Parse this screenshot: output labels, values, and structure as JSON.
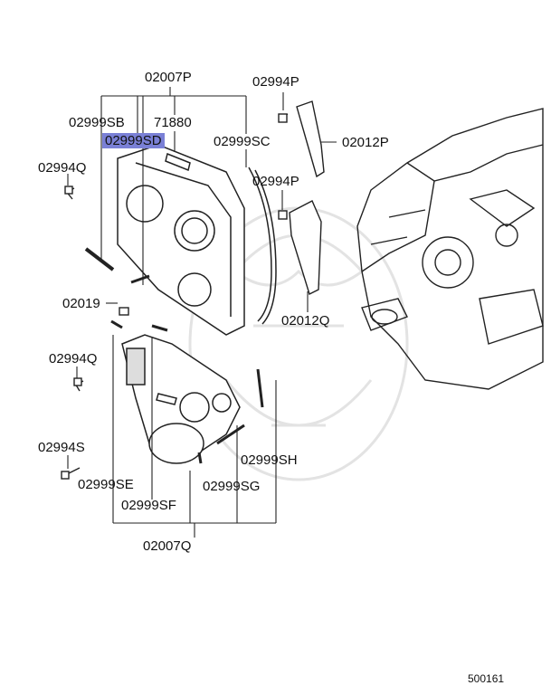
{
  "labels": {
    "p02007P": "02007P",
    "p02999SB": "02999SB",
    "p71880": "71880",
    "p02999SD": "02999SD",
    "p02999SC": "02999SC",
    "p02994P_top": "02994P",
    "p02012P": "02012P",
    "p02994P_mid": "02994P",
    "p02012Q": "02012Q",
    "p02994Q_left": "02994Q",
    "p02019": "02019",
    "p02994Q_low": "02994Q",
    "p02994S": "02994S",
    "p02999SE": "02999SE",
    "p02999SF": "02999SF",
    "p02999SG": "02999SG",
    "p02999SH": "02999SH",
    "p02007Q": "02007Q"
  },
  "figure_number": "500161",
  "colors": {
    "highlight": "#7a80d6",
    "line": "#222222",
    "watermark": "#e6e6e6"
  }
}
